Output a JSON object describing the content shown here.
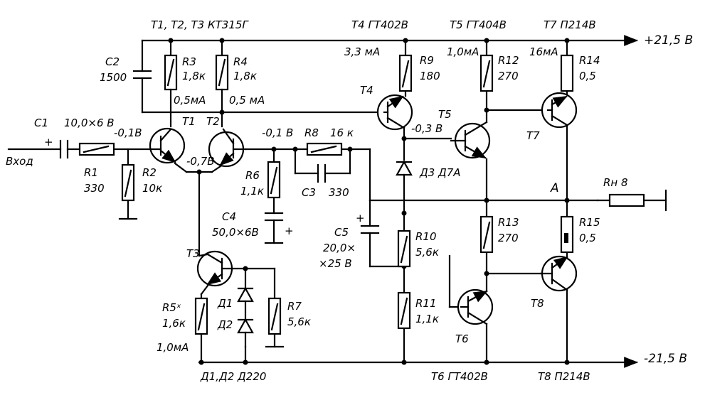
{
  "rails": {
    "positive": "+21,5 В",
    "negative": "-21,5 В"
  },
  "input_label": "Вход",
  "transistor_types": {
    "t1_t3": "Т1, Т2, Т3   КТ315Г",
    "t4": "Т4  ГТ402В",
    "t5": "Т5  ГТ404В",
    "t7": "Т7  П214В",
    "t6": "Т6  ГТ402В",
    "t8": "Т8  П214В",
    "diodes": "Д1,Д2     Д220"
  },
  "transistors": {
    "T1": "Т1",
    "T2": "Т2",
    "T3": "Т3",
    "T4": "Т4",
    "T5": "Т5",
    "T6": "Т6",
    "T7": "Т7",
    "T8": "Т8"
  },
  "resistors": {
    "R1": {
      "name": "R1",
      "value": "330"
    },
    "R2": {
      "name": "R2",
      "value": "10к"
    },
    "R3": {
      "name": "R3",
      "value": "1,8к"
    },
    "R4": {
      "name": "R4",
      "value": "1,8к"
    },
    "R5": {
      "name": "R5ˣ",
      "value": "1,6к"
    },
    "R6": {
      "name": "R6",
      "value": "1,1к"
    },
    "R7": {
      "name": "R7",
      "value": "5,6к"
    },
    "R8": {
      "name": "R8",
      "value": "16 к"
    },
    "R9": {
      "name": "R9",
      "value": "180"
    },
    "R10": {
      "name": "R10",
      "value": "5,6к"
    },
    "R11": {
      "name": "R11",
      "value": "1,1к"
    },
    "R12": {
      "name": "R12",
      "value": "270"
    },
    "R13": {
      "name": "R13",
      "value": "270"
    },
    "R14": {
      "name": "R14",
      "value": "0,5"
    },
    "R15": {
      "name": "R15",
      "value": "0,5"
    },
    "RH": {
      "name": "Rн  8"
    }
  },
  "capacitors": {
    "C1": {
      "name": "С1",
      "value": "10,0×6 В"
    },
    "C2": {
      "name": "С2",
      "value": "1500"
    },
    "C3": {
      "name": "С3",
      "value": "330"
    },
    "C4": {
      "name": "С4",
      "value": "50,0×6В"
    },
    "C5": {
      "name": "С5",
      "value1": "20,0×",
      "value2": "×25 В"
    }
  },
  "diodes": {
    "D1": "Д1",
    "D2": "Д2",
    "D3": "Д3  Д7А"
  },
  "currents": {
    "t4": "3,3 мА",
    "t5": "1,0мА",
    "t7": "16мА",
    "r3": "0,5мА",
    "r4": "0,5 мА",
    "r5": "1,0мА"
  },
  "voltages": {
    "t1_base": "-0,1В",
    "t2_base": "-0,1 В",
    "emitters": "-0,7В",
    "t5_base": "-0,3 В"
  },
  "nodes": {
    "A": "А"
  },
  "polarity": {
    "c1_plus": "+",
    "c4_plus": "+",
    "c5_plus": "+"
  }
}
